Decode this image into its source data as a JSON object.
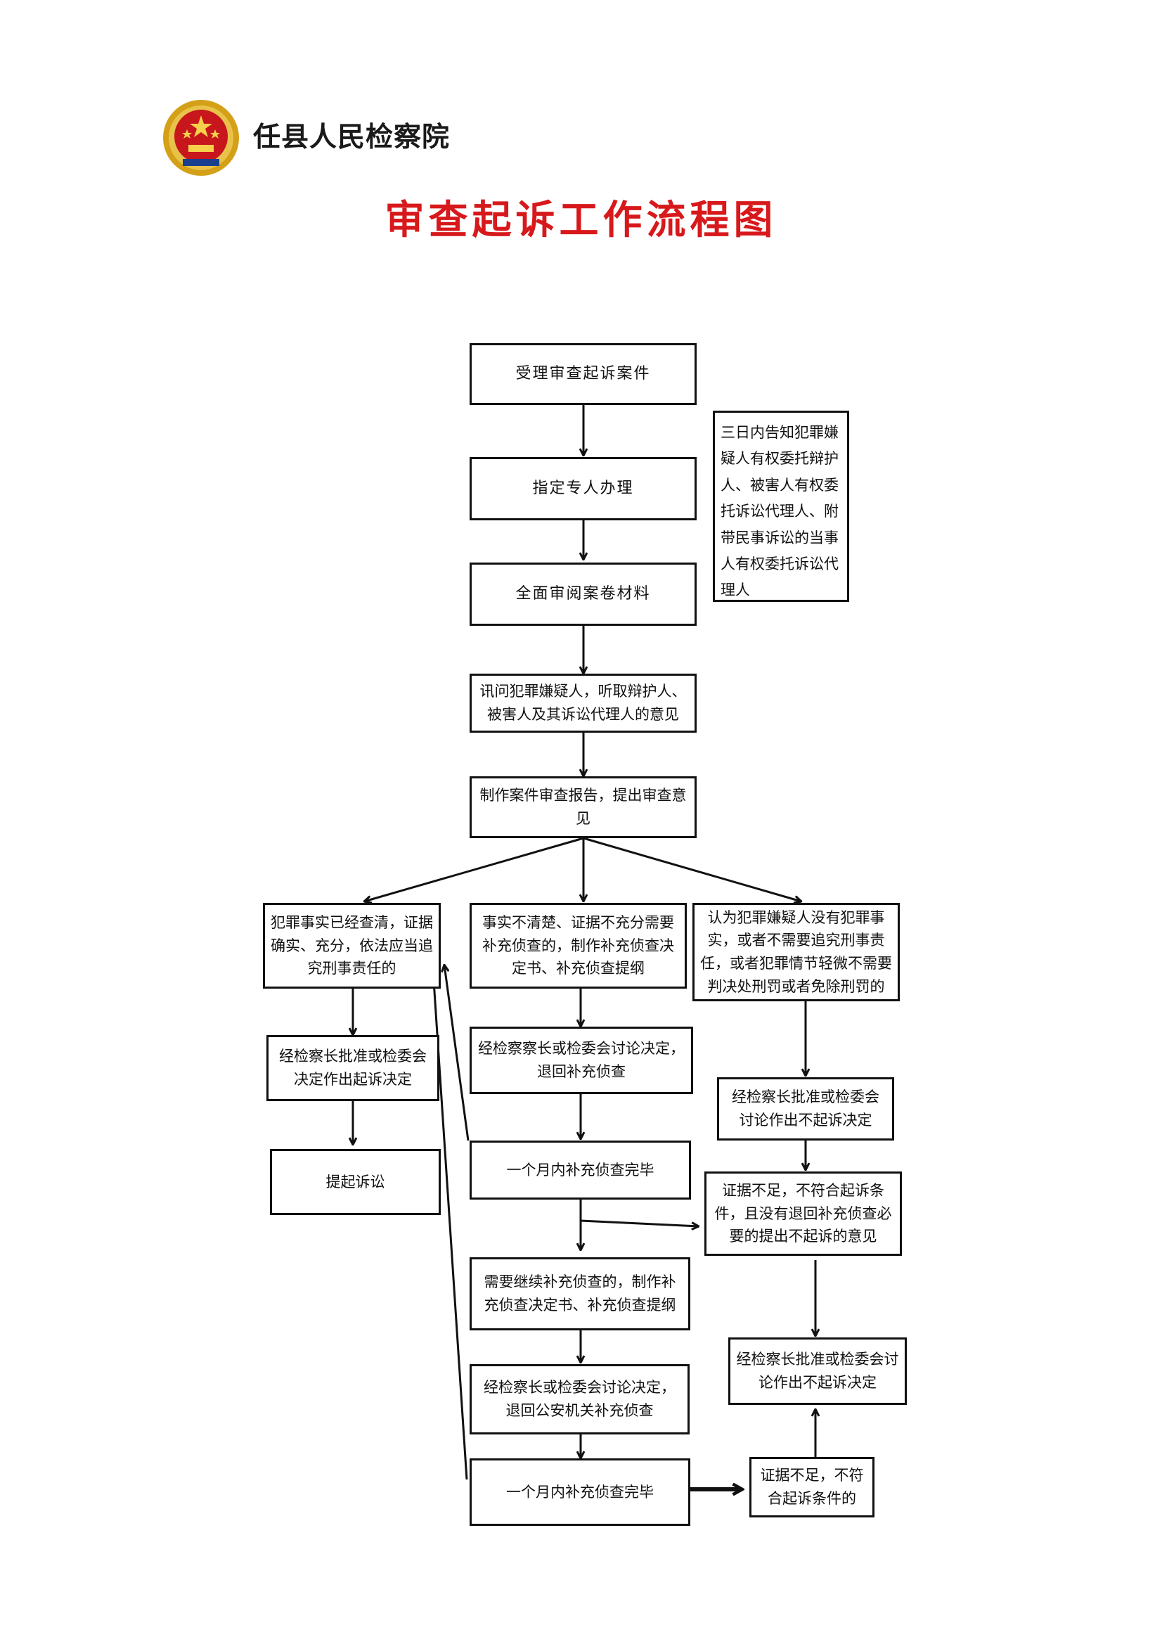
{
  "header": {
    "org_name": "任县人民检察院",
    "title": "审查起诉工作流程图"
  },
  "colors": {
    "title_red": "#d7191c",
    "line": "#111111",
    "emblem_gold": "#d4a017",
    "emblem_red": "#c8161d"
  },
  "emblem": {
    "icon": "procuratorate-emblem-icon"
  },
  "flow": {
    "accept": "受理审查起诉案件",
    "assign": "指定专人办理",
    "review": "全面审阅案卷材料",
    "notice": "三日内告知犯罪嫌疑人有权委托辩护人、被害人有权委托诉讼代理人、附带民事诉讼的当事人有权委托诉讼代理人",
    "interrogate": "讯问犯罪嫌疑人，听取辩护人、被害人及其诉讼代理人的意见",
    "report": "制作案件审查报告，提出审查意见",
    "left_facts": "犯罪事实已经查清，证据确实、充分，依法应当追究刑事责任的",
    "left_approve": "经检察长批准或检委会决定作出起诉决定",
    "left_prosecute": "提起诉讼",
    "mid_unclear": "事实不清楚、证据不充分需要补充侦查的，制作补充侦查决定书、补充侦查提纲",
    "mid_discuss": "经检察察长或检委会讨论决定，退回补充侦查",
    "mid_month1": "一个月内补充侦查完毕",
    "mid_continue": "需要继续补充侦查的，制作补充侦查决定书、补充侦查提纲",
    "mid_discuss2": "经检察长或检委会讨论决定，退回公安机关补充侦查",
    "mid_month2": "一个月内补充侦查完毕",
    "right_no_crime": "认为犯罪嫌疑人没有犯罪事实，或者不需要追究刑事责任，或者犯罪情节轻微不需要判决处刑罚或者免除刑罚的",
    "right_approve1": "经检察长批准或检委会讨论作出不起诉决定",
    "right_insufficient": "证据不足，不符合起诉条件，且没有退回补充侦查必要的提出不起诉的意见",
    "right_approve2": "经检察长批准或检委会讨论作出不起诉决定",
    "right_insufficient2": "证据不足，不符合起诉条件的"
  }
}
